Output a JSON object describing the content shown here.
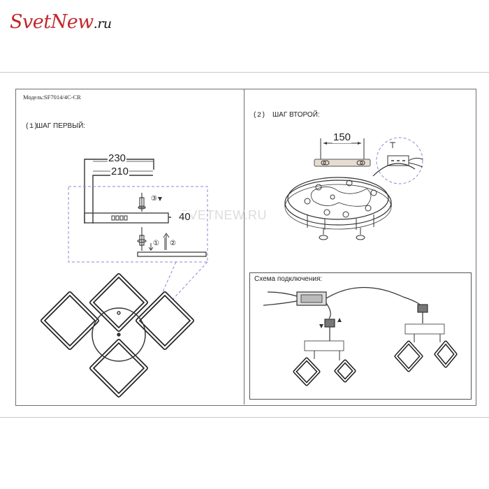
{
  "logo": {
    "main": "SvetNew",
    "suffix": ".ru"
  },
  "document": {
    "model": "Модель:SF7014/4C-CR",
    "step1_num": "(1)",
    "step1_title": "ШАГ ПЕРВЫЙ:",
    "step2_num": "(2)",
    "step2_title": "ШАГ ВТОРОЙ:",
    "dim_230": "230",
    "dim_210": "210",
    "dim_40": "40",
    "dim_150": "150",
    "arrow_1": "①",
    "arrow_2": "②",
    "arrow_3": "③",
    "watermark": "SVETNEW.RU",
    "scheme_title": "Схема подключения:"
  },
  "colors": {
    "logo": "#c1272d",
    "lines": "#333333",
    "frame": "#6f6f6f",
    "dashed": "#8a8ad6"
  }
}
